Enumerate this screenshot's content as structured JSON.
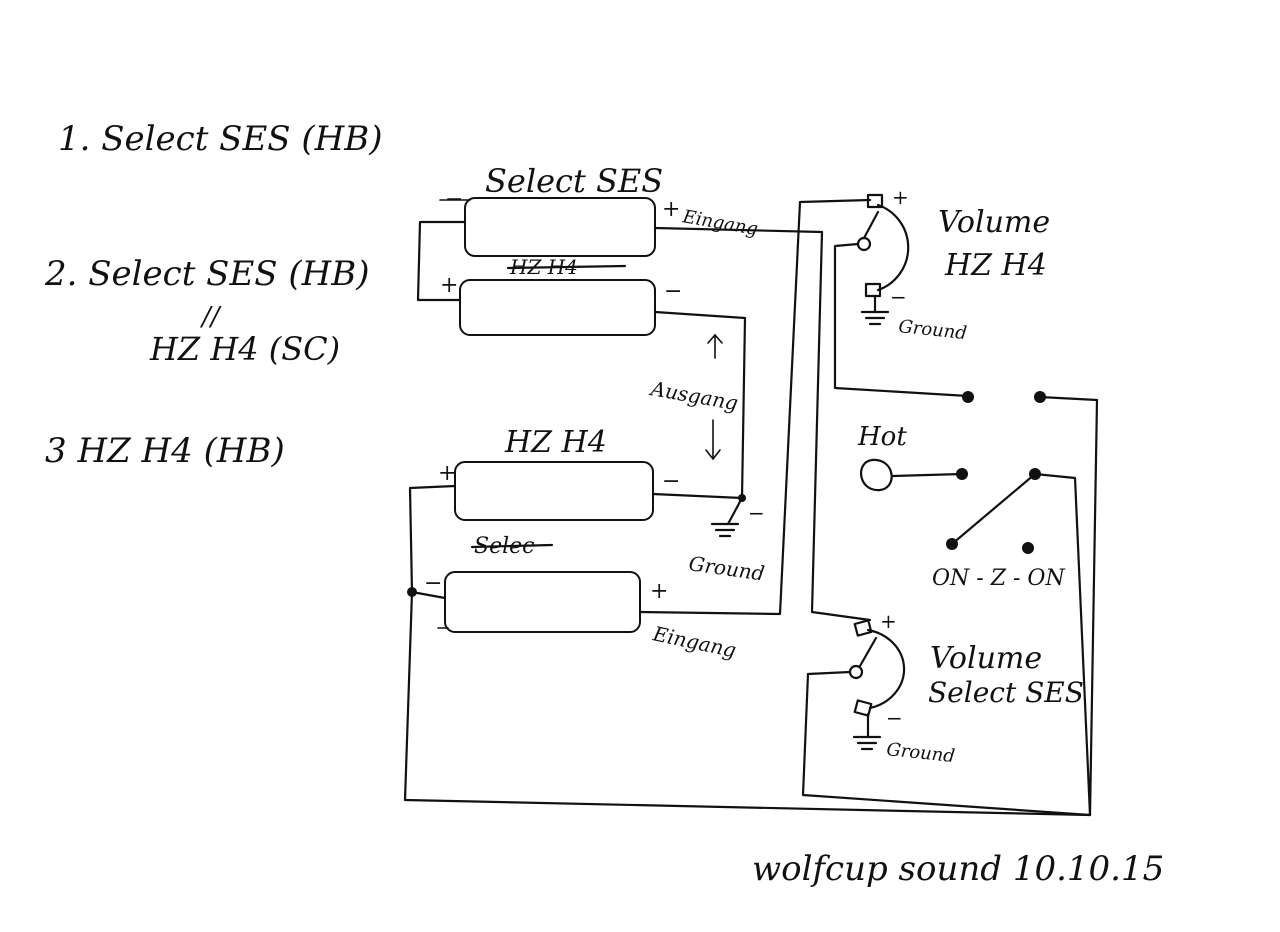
{
  "notes": {
    "item1": "1.  Select SES (HB)",
    "item2_line1": "2.  Select SES (HB)",
    "item2_mark": "//",
    "item2_line2": "HZ  H4  (SC)",
    "item3": "3  HZ H4 (HB)"
  },
  "pickups": {
    "top_pair_title": "Select SES",
    "top_pair_struck_label": "HZ H4",
    "top_plus": "+",
    "top_minus": "−",
    "second_plus": "+",
    "second_minus": "−",
    "bottom_pair_title": "HZ H4",
    "bottom_struck_label": "Selec",
    "third_plus": "+",
    "third_minus": "−",
    "fourth_plus": "+",
    "fourth_minus": "−"
  },
  "labels": {
    "eingang_top": "Eingang",
    "ausgang": "Ausgang",
    "ground_mid": "Ground",
    "eingang_bottom": "Eingang",
    "ground_vol1": "Ground",
    "ground_vol2": "Ground",
    "hot": "Hot",
    "switch": "ON - Z - ON",
    "vol1_line1": "Volume",
    "vol1_line2": "HZ H4",
    "vol2_line1": "Volume",
    "vol2_line2": "Select SES",
    "vol1_plus": "+",
    "vol1_minus": "−",
    "vol2_plus": "+",
    "vol2_minus": "−",
    "minus_ground_mid": "−"
  },
  "signature": "wolfcup sound 10.10.15",
  "colors": {
    "ink": "#111111",
    "paper": "#ffffff"
  }
}
